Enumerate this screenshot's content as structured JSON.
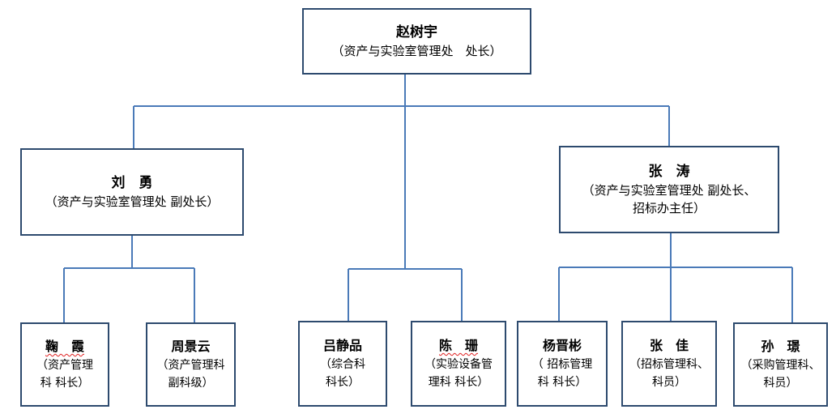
{
  "theme": {
    "line_color": "#4a7ab8",
    "border_color": "#2d4a6e"
  },
  "root": {
    "name": "赵树宇",
    "title": "（资产与实验室管理处　处长）"
  },
  "deputies": [
    {
      "name": "刘　勇",
      "title": "（资产与实验室管理处 副处长）"
    },
    {
      "name": "张　涛",
      "title": "（资产与实验室管理处 副处长、\n招标办主任）"
    }
  ],
  "staff": [
    {
      "name": "鞠　霞",
      "title": "（资产管理\n科 科长）"
    },
    {
      "name": "周景云",
      "title": "（资产管理科\n副科级）"
    },
    {
      "name": "吕静品",
      "title": "（综合科\n科长）"
    },
    {
      "name": "陈　珊",
      "title": "（实验设备管\n理科 科长）"
    },
    {
      "name": "杨晋彬",
      "title": "（ 招标管理\n科 科长）"
    },
    {
      "name": "张　佳",
      "title": "（招标管理科、\n科员）"
    },
    {
      "name": "孙　璟",
      "title": "（采购管理科、\n科员）"
    }
  ]
}
